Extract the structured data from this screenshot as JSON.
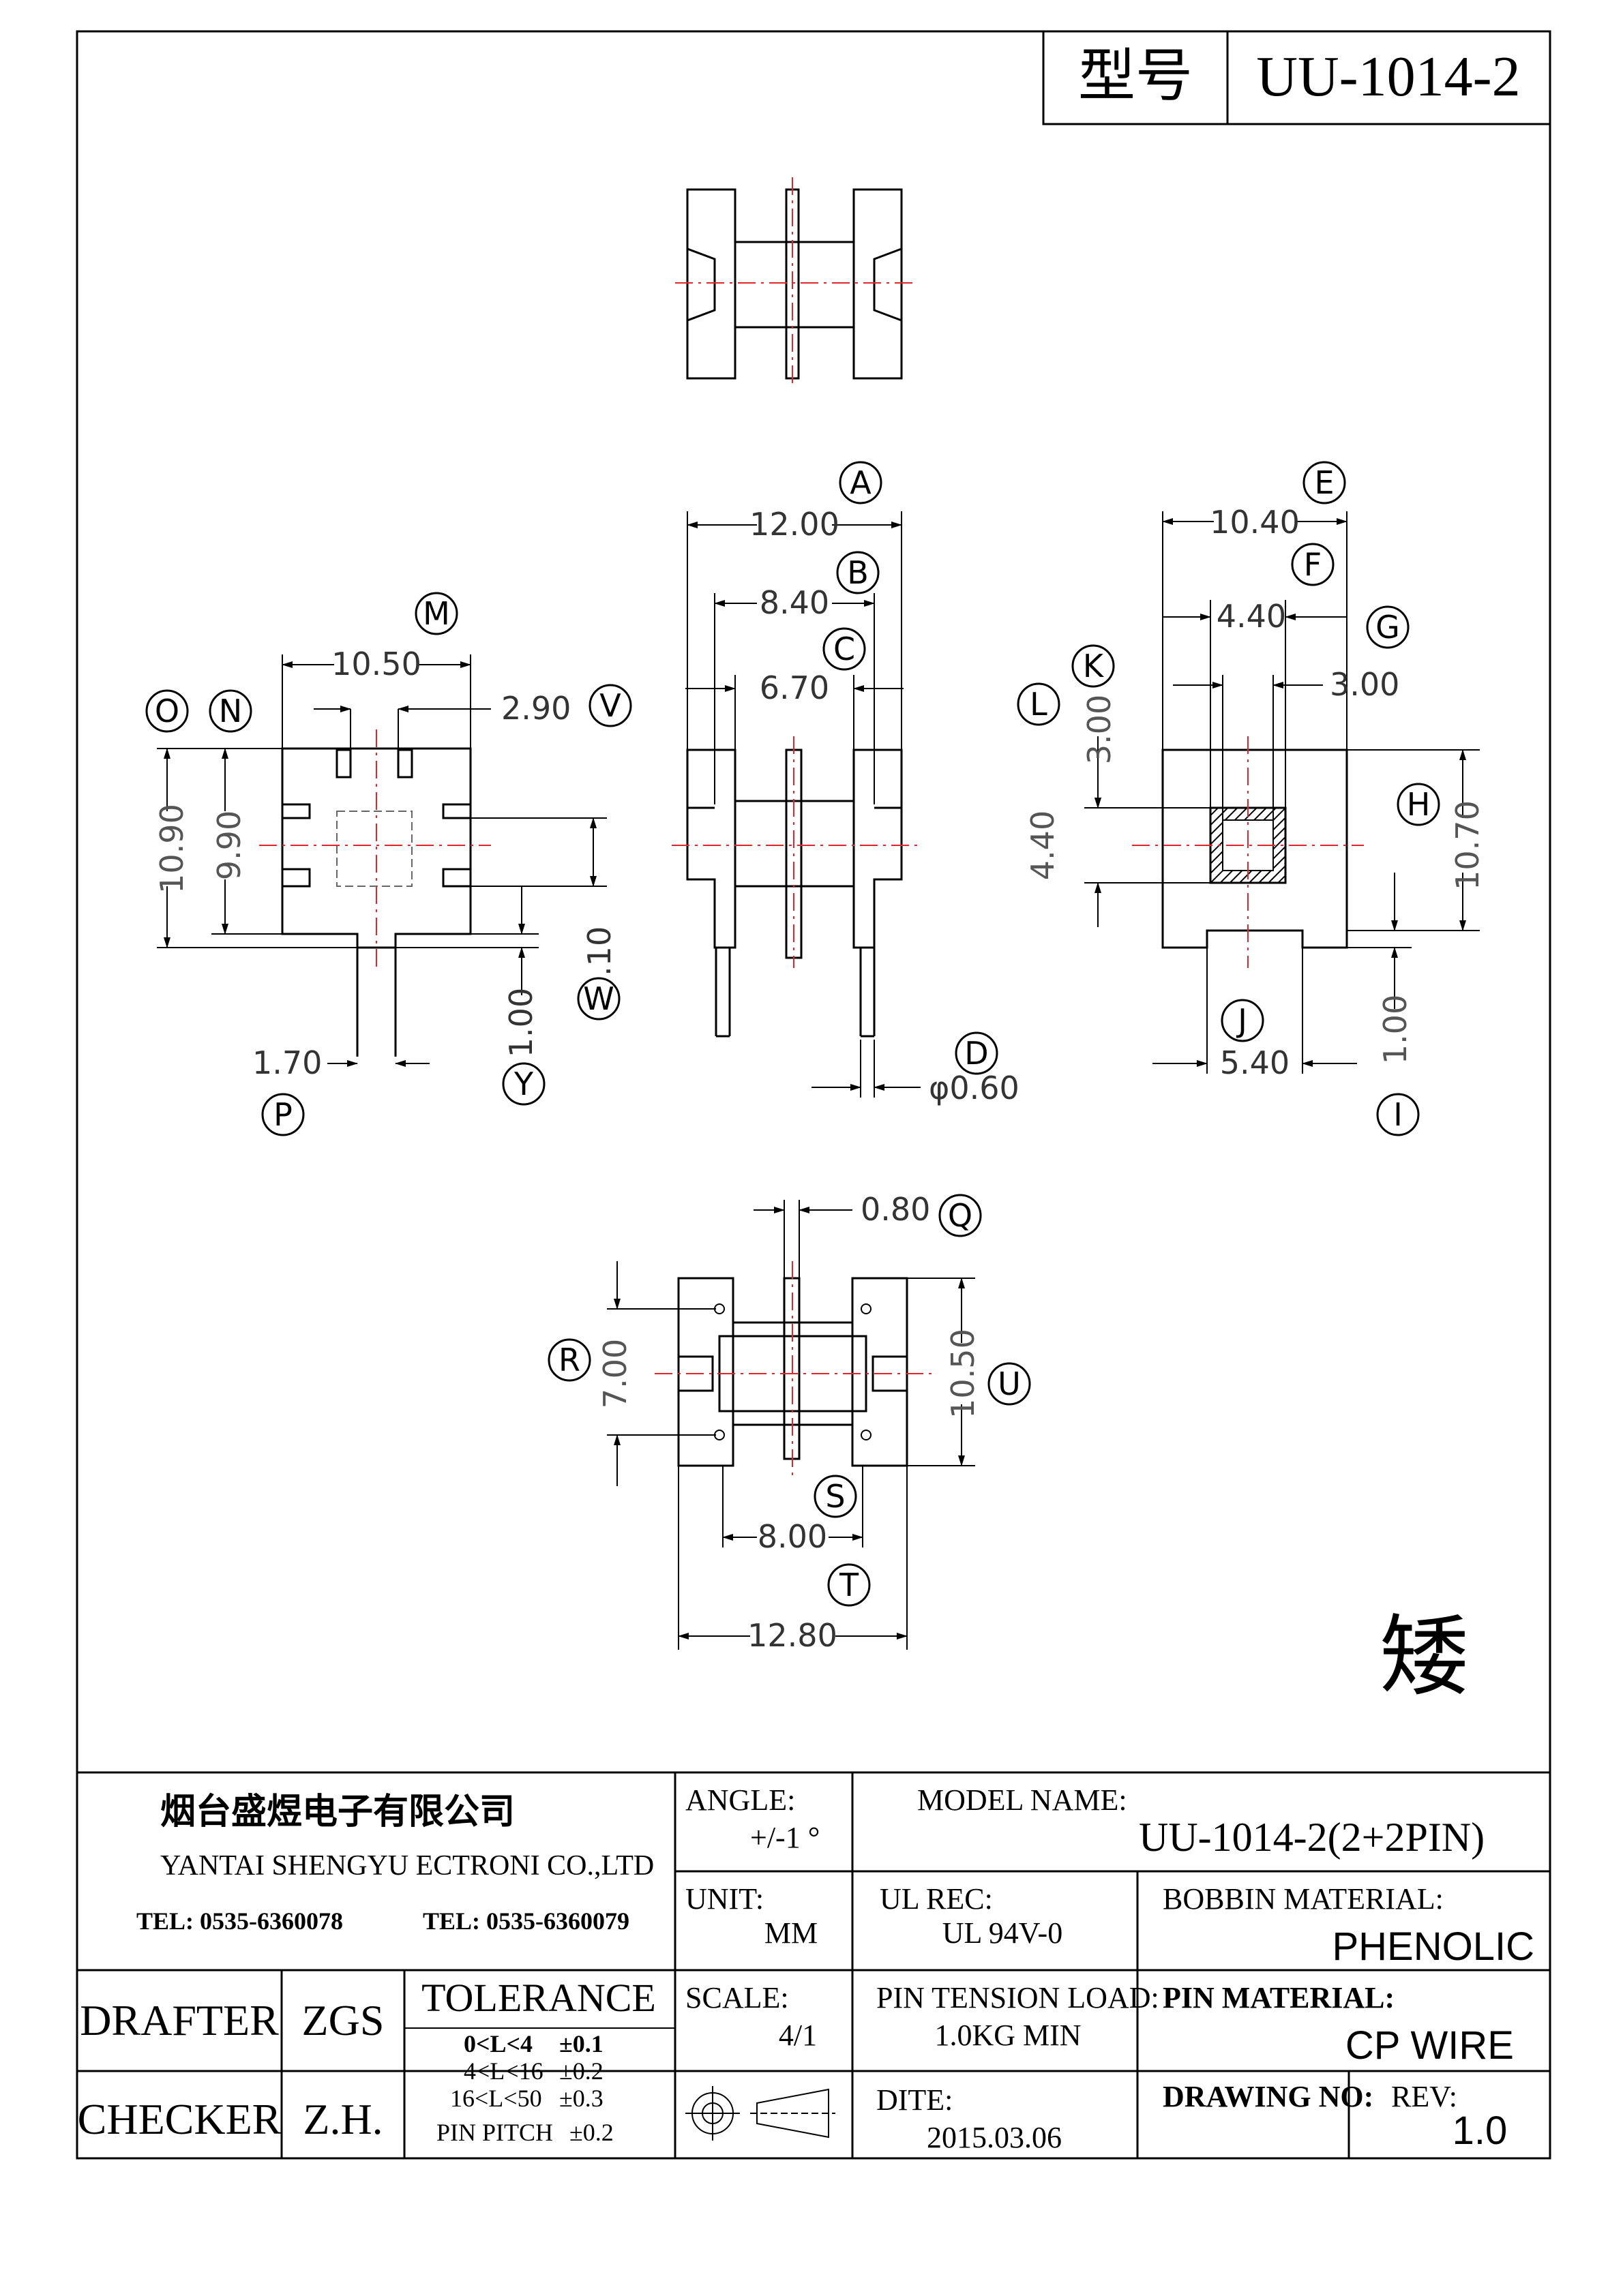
{
  "header": {
    "model_label": "型号",
    "model_value": "UU-1014-2"
  },
  "dims": {
    "A": "12.00",
    "B": "8.40",
    "C": "6.70",
    "D": "φ0.60",
    "E": "10.40",
    "F": "4.40",
    "G": "3.00",
    "H": "10.70",
    "I": "1.00",
    "J": "5.40",
    "K": "3.00",
    "L": "4.40",
    "M": "10.50",
    "N": "9.90",
    "O": "10.90",
    "P": "1.70",
    "Q": "0.80",
    "R": "7.00",
    "S": "8.00",
    "T": "12.80",
    "U": "10.50",
    "V": "2.90",
    "W": "3.10",
    "Y": "1.00"
  },
  "letters": [
    "A",
    "B",
    "C",
    "D",
    "E",
    "F",
    "G",
    "H",
    "I",
    "J",
    "K",
    "L",
    "M",
    "N",
    "O",
    "P",
    "Q",
    "R",
    "S",
    "T",
    "U",
    "V",
    "W",
    "Y"
  ],
  "note_char": "矮",
  "note_color": "#22ee22",
  "title_block": {
    "company_cn": "烟台盛煜电子有限公司",
    "company_en": "YANTAI SHENGYU ECTRONI CO.,LTD",
    "tel1": "TEL: 0535-6360078",
    "tel2": "TEL: 0535-6360079",
    "drafter_label": "DRAFTER",
    "drafter_value": "ZGS",
    "checker_label": "CHECKER",
    "checker_value": "Z.H.",
    "tolerance_title": "TOLERANCE",
    "tol_rows": [
      {
        "range": "0<L<4",
        "val": "±0.1"
      },
      {
        "range": "4<L<16",
        "val": "±0.2"
      },
      {
        "range": "16<L<50",
        "val": "±0.3"
      },
      {
        "range": "PIN PITCH",
        "val": "±0.2"
      }
    ],
    "angle_label": "ANGLE:",
    "angle_value": "+/-1 °",
    "model_name_label": "MODEL NAME:",
    "model_name_value": "UU-1014-2(2+2PIN)",
    "unit_label": "UNIT:",
    "unit_value": "MM",
    "ul_label": "UL REC:",
    "ul_value": "UL 94V-0",
    "bobbin_label": "BOBBIN MATERIAL:",
    "bobbin_value": "PHENOLIC",
    "scale_label": "SCALE:",
    "scale_value": "4/1",
    "pin_tension_label": "PIN TENSION LOAD:",
    "pin_tension_value": "1.0KG MIN",
    "pin_material_label": "PIN MATERIAL:",
    "pin_material_value": "CP WIRE",
    "date_label": "DITE:",
    "date_value": "2015.03.06",
    "drawing_no_label": "DRAWING NO:",
    "rev_label": "REV:",
    "rev_value": "1.0"
  }
}
